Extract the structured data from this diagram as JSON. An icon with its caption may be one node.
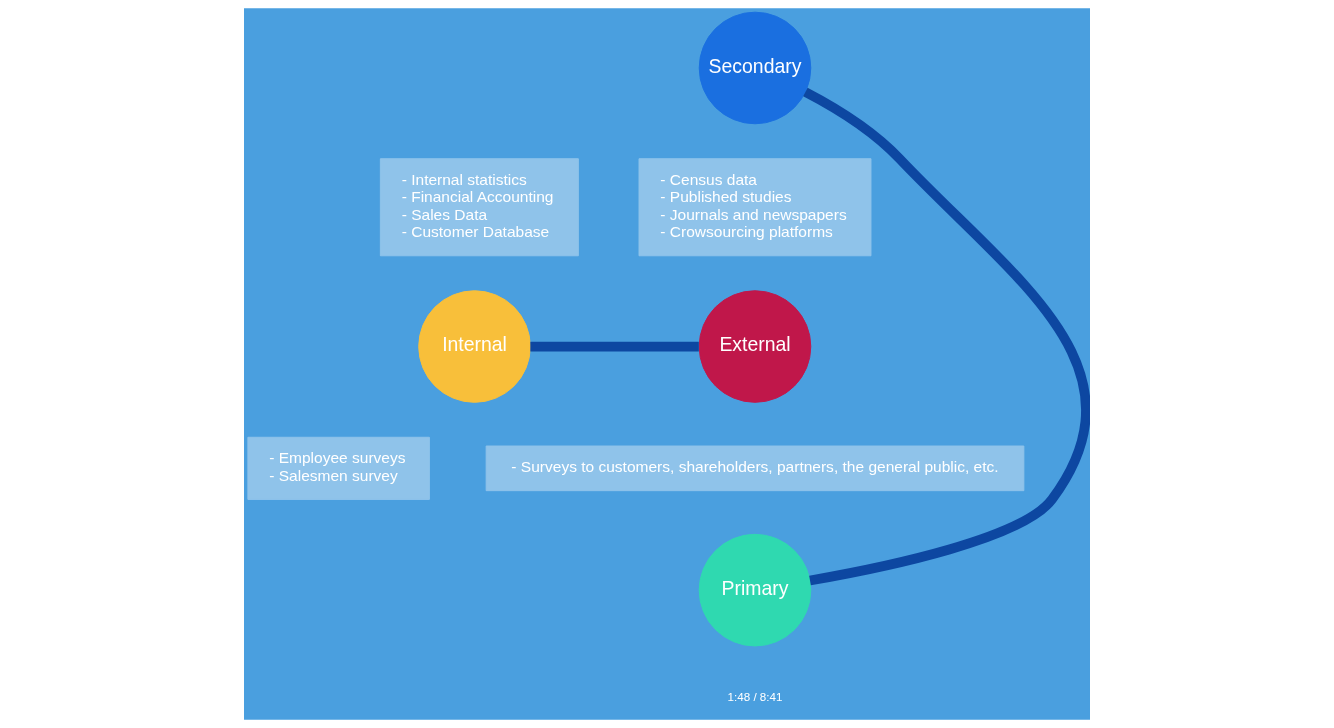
{
  "diagram": {
    "nodes": [
      {
        "text": [
          "Secondary"
        ]
      },
      {
        "text": [
          "- Internal statistics",
          "- Financial Accounting",
          "- Sales Data",
          "- Customer Database"
        ]
      },
      {
        "text": [
          "- Census data",
          "- Published studies",
          "- Journals and newspapers",
          "- Crowsourcing platforms"
        ]
      },
      {
        "text": [
          "Internal"
        ]
      },
      {
        "text": [
          "External"
        ]
      },
      {
        "text": [
          "- Employee surveys",
          "- Salesmen survey"
        ]
      },
      {
        "text": [
          "- Surveys to customers, shareholders, partners, the general public, etc."
        ]
      },
      {
        "text": [
          "Primary"
        ]
      }
    ],
    "edges": [
      {
        "from": 0,
        "to": 7,
        "arrow": "none"
      },
      {
        "from": 3,
        "to": 4,
        "arrow": "none"
      }
    ],
    "labels": [
      "1:48 / 8:41"
    ]
  }
}
